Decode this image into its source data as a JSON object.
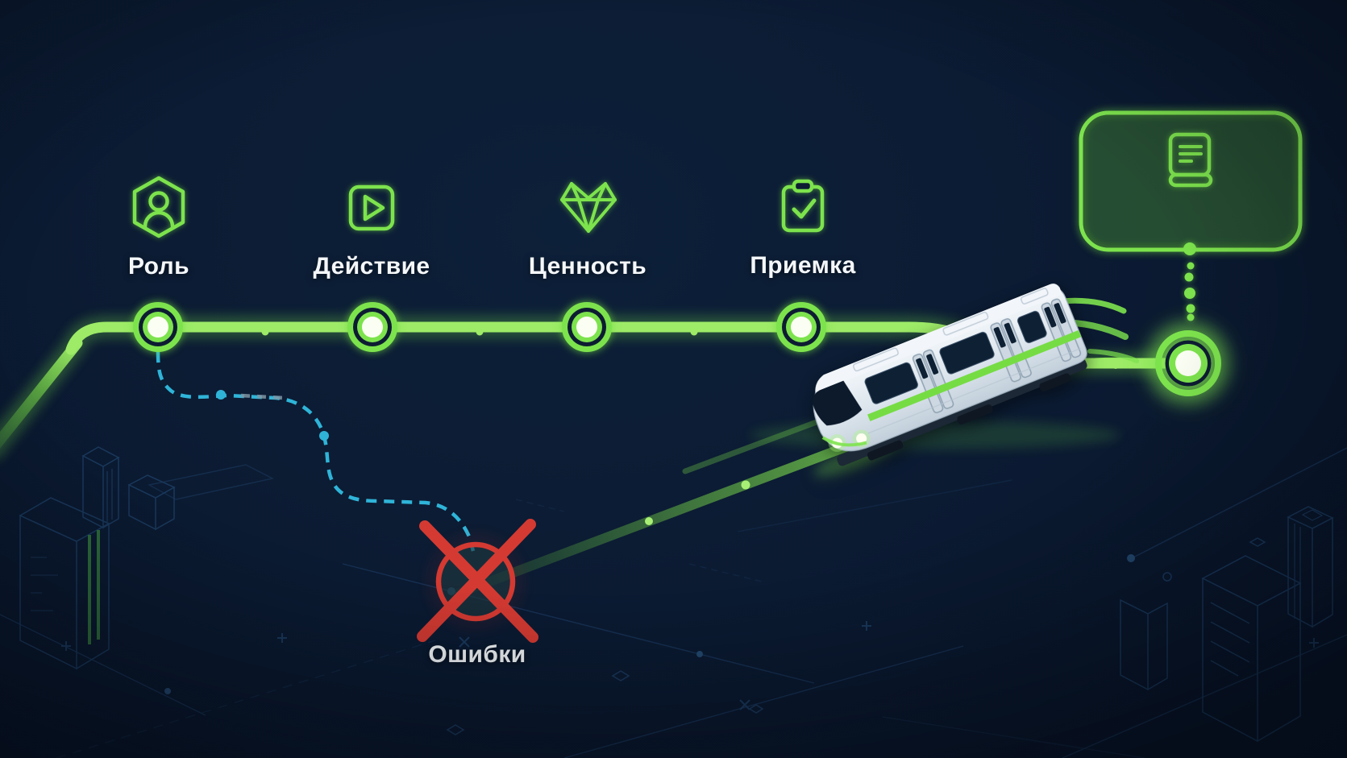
{
  "stations": [
    {
      "label": "Роль",
      "icon": "user-hexagon-icon"
    },
    {
      "label": "Действие",
      "icon": "play-video-icon"
    },
    {
      "label": "Ценность",
      "icon": "diamond-icon"
    },
    {
      "label": "Приемка",
      "icon": "clipboard-check-icon"
    }
  ],
  "error_branch": {
    "label": "Ошибки",
    "icon": "crossed-station-icon"
  },
  "terminal": {
    "icon": "book-icon"
  },
  "vehicle": {
    "icon": "metro-train"
  },
  "colors": {
    "background": "#0b1a31",
    "accent_green": "#7de34e",
    "line_green": "#9deb67",
    "branch_cyan": "#2fb4d8",
    "error_red": "#d43a32",
    "label_text": "#f4f7f9",
    "wireframe_blue": "#1f4168"
  }
}
